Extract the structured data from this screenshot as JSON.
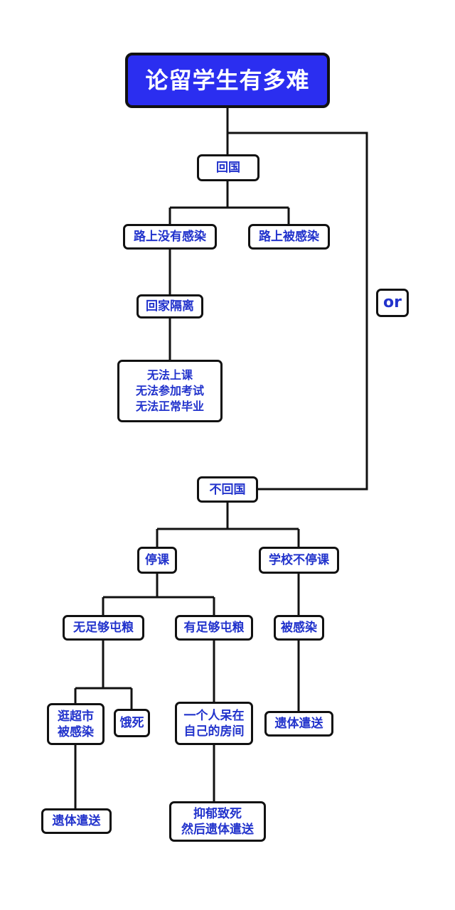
{
  "colors": {
    "accent": "#2b2ef0",
    "text": "#2233cc",
    "line": "#111111"
  },
  "nodes": {
    "title": "论留学生有多难",
    "go_home": "回国",
    "not_infected": "路上没有感染",
    "infected_on_way": "路上被感染",
    "home_quarantine": "回家隔离",
    "consequences": "无法上课\n无法参加考试\n无法正常毕业",
    "or": "or",
    "stay": "不回国",
    "class_stop": "停课",
    "class_continue": "学校不停课",
    "not_enough_food": "无足够屯粮",
    "enough_food": "有足够屯粮",
    "infected": "被感染",
    "supermarket": "逛超市\n被感染",
    "starve": "饿死",
    "alone": "一个人呆在\n自己的房间",
    "remains_1": "遗体遣送",
    "remains_2": "遗体遣送",
    "depression": "抑郁致死\n然后遗体遣送"
  }
}
